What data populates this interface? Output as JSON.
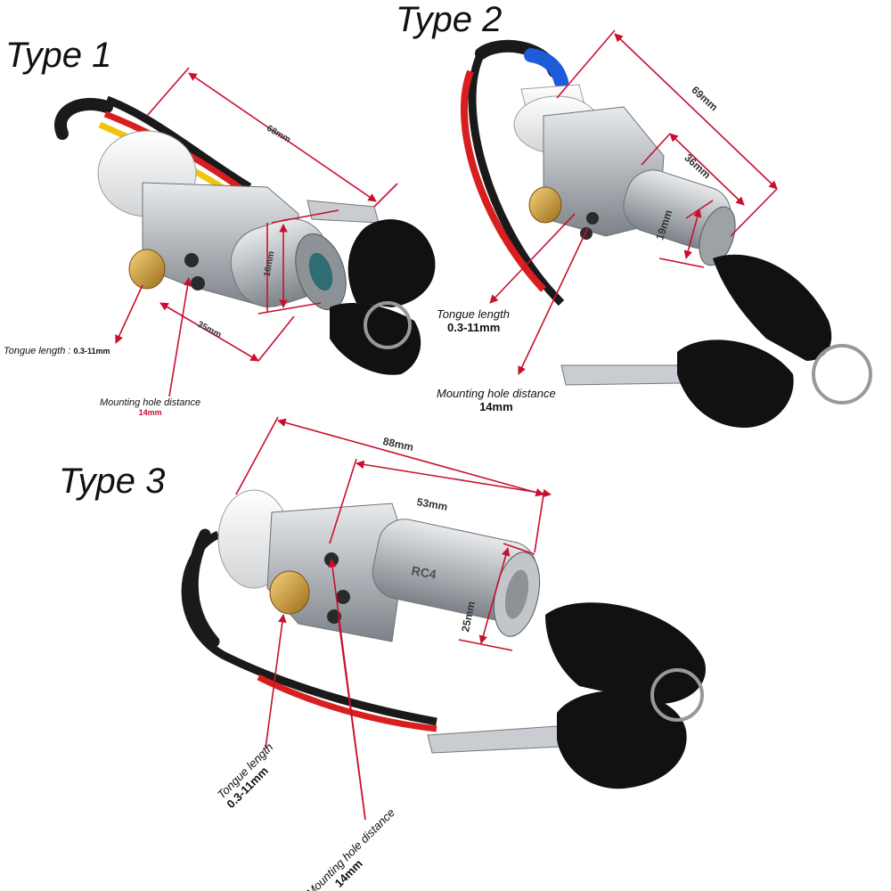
{
  "types": {
    "type1": "Type 1",
    "type2": "Type 2",
    "type3": "Type 3"
  },
  "type1": {
    "length_dim": "68mm",
    "tongue_dim": "35mm",
    "diameter_dim": "16mm",
    "tongue_label": "Tongue length :",
    "tongue_value": "0.3-11mm",
    "hole_label": "Mounting hole distance",
    "hole_value": "14mm"
  },
  "type2": {
    "length_dim": "69mm",
    "barrel_dim": "36mm",
    "diameter_dim": "19mm",
    "tongue_label": "Tongue length",
    "tongue_value": "0.3-11mm",
    "hole_label": "Mounting hole distance",
    "hole_value": "14mm"
  },
  "type3": {
    "length_dim": "88mm",
    "barrel_dim": "53mm",
    "diameter_dim": "25mm",
    "body_marking": "RC4",
    "tongue_label": "Tongue length",
    "tongue_value": "0.3-11mm",
    "hole_label": "Mounting hole distance",
    "hole_value": "14mm"
  },
  "colors": {
    "dimension_line": "#c8102e",
    "wire_red": "#d81e1e",
    "wire_yellow": "#f1c40f",
    "wire_black": "#1a1a1a",
    "metal": "#b9bcc1",
    "key_plastic": "#111111"
  }
}
